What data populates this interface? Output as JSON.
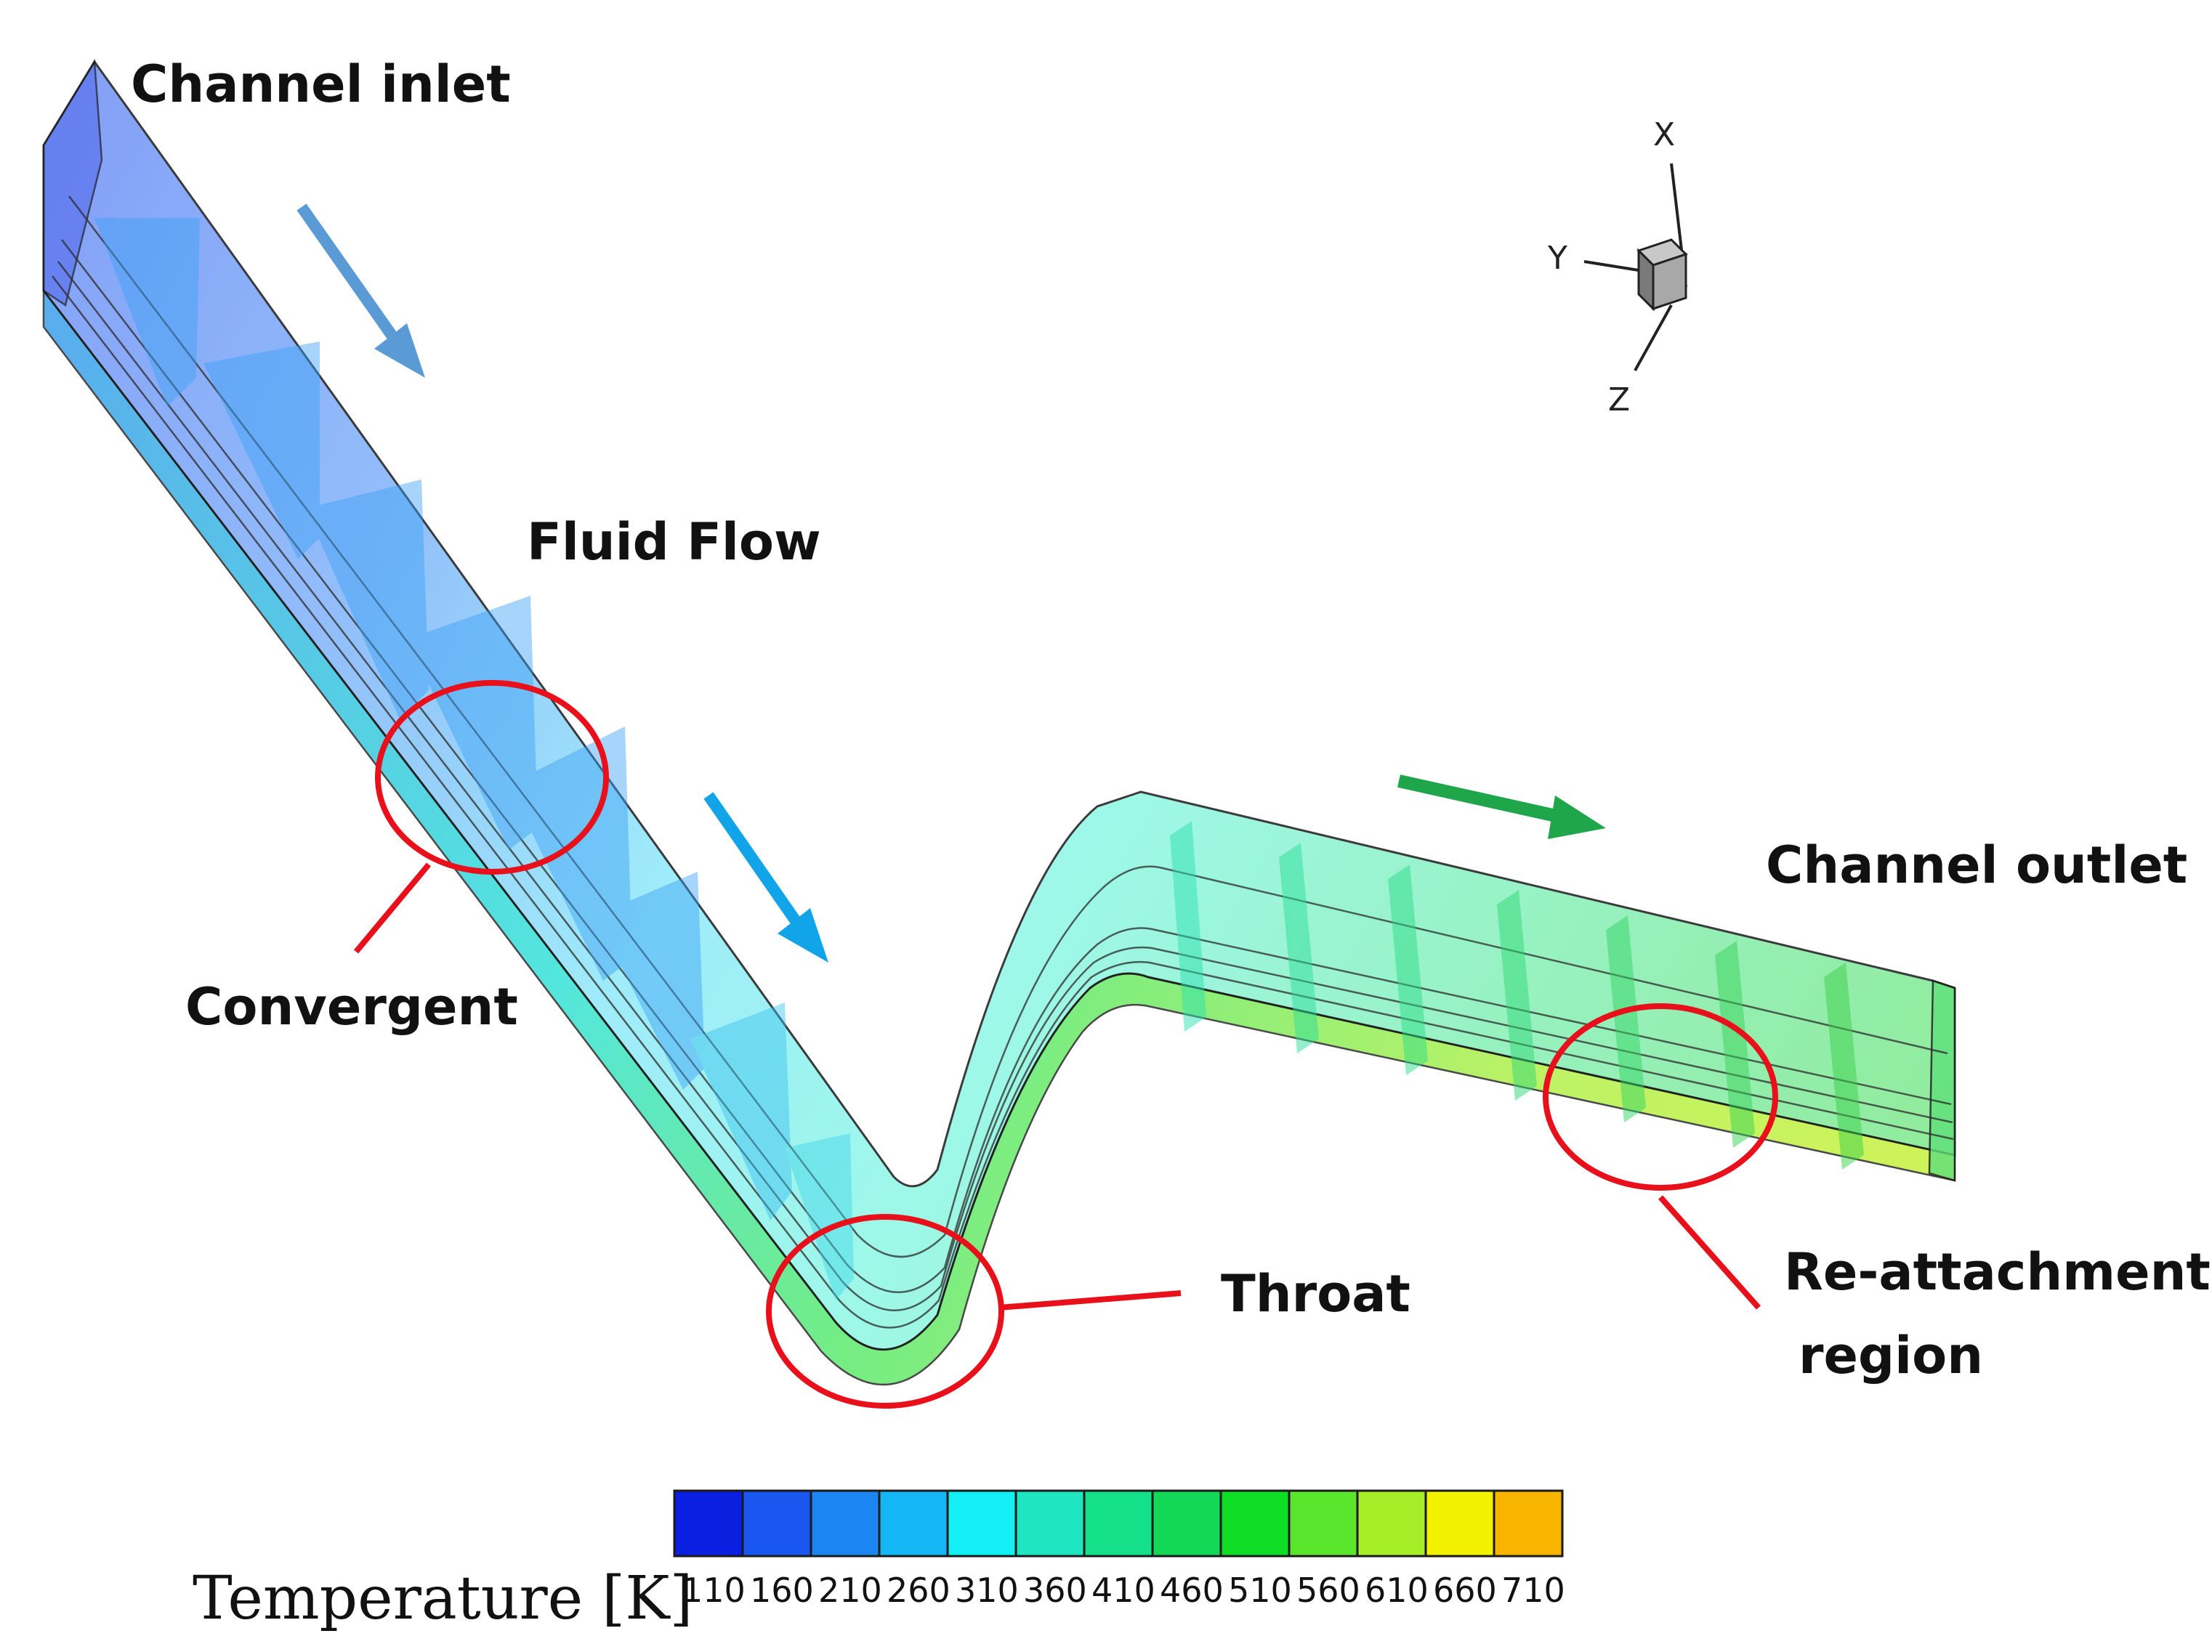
{
  "labels": {
    "channel_inlet": "Channel inlet",
    "fluid_flow": "Fluid Flow",
    "channel_outlet": "Channel outlet",
    "convergent": "Convergent",
    "throat": "Throat",
    "reattachment_line1": "Re-attachment",
    "reattachment_line2": "region"
  },
  "axes_triad": {
    "x": "X",
    "y": "Y",
    "z": "Z"
  },
  "colorbar": {
    "title": "Temperature [K]",
    "ticks": [
      "110",
      "160",
      "210",
      "260",
      "310",
      "360",
      "410",
      "460",
      "510",
      "560",
      "610",
      "660",
      "710"
    ],
    "colors": [
      "#0b1fe0",
      "#1a56f0",
      "#1b86f2",
      "#15b6f5",
      "#12f0f5",
      "#1fe6c0",
      "#15e08a",
      "#12d855",
      "#0edc25",
      "#5ae62d",
      "#a6ee28",
      "#f2f200",
      "#f7b500"
    ]
  },
  "colors": {
    "highlight_circle": "#e8101a",
    "arrow_inlet": "#5b9bd5",
    "arrow_mid": "#12a4e8",
    "arrow_outlet": "#1fa64a"
  }
}
